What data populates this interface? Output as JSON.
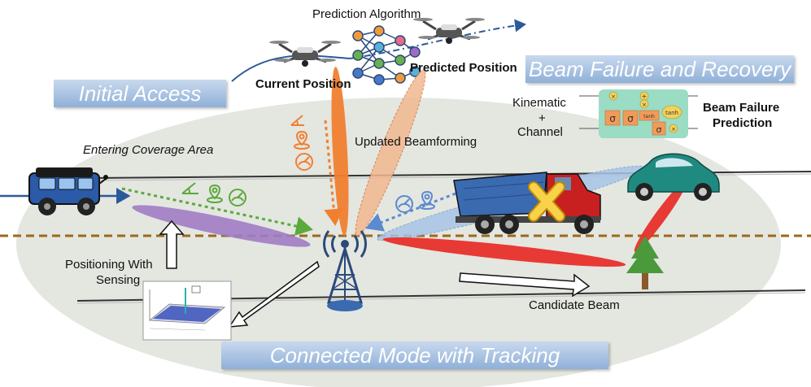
{
  "labels": {
    "prediction_algorithm": "Prediction Algorithm",
    "current_position": "Current Position",
    "predicted_position": "Predicted Position",
    "initial_access": "Initial Access",
    "beam_failure_recovery": "Beam Failure and Recovery",
    "kinematic": "Kinematic",
    "plus": "+",
    "channel": "Channel",
    "beam_failure_prediction_1": "Beam Failure",
    "beam_failure_prediction_2": "Prediction",
    "entering_coverage": "Entering Coverage Area",
    "updated_beamforming": "Updated Beamforming",
    "positioning_1": "Positioning With",
    "positioning_2": "Sensing",
    "candidate_beam": "Candidate Beam",
    "connected_mode": "Connected Mode with Tracking"
  },
  "lstm": {
    "sigma": "σ",
    "tanh": "tanh",
    "x": "×",
    "plus": "+"
  },
  "colors": {
    "banner": "#8fb0d8",
    "ellipse": "#e4e6e0",
    "orange_beam": "#f08030",
    "peach_beam": "#f2b890",
    "purple_beam": "#a07cc4",
    "blue_beam": "#a8c4e6",
    "red_beam": "#e8302a",
    "green_dots": "#5aaa3c",
    "jeep": "#2a5aa8",
    "car": "#1f8a80",
    "truck_bed": "#3a6ab0",
    "truck_cab": "#c82020",
    "tree": "#4a9a3c",
    "lstm_bg": "#9adcc4"
  }
}
